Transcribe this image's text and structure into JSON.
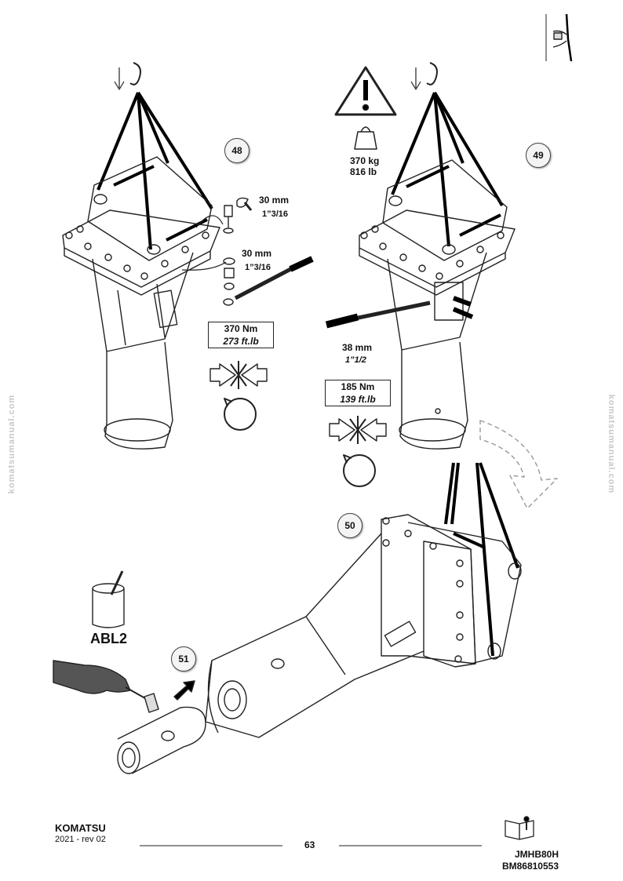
{
  "steps": {
    "s48": "48",
    "s49": "49",
    "s50": "50",
    "s51": "51"
  },
  "step48": {
    "wrench1_size": "30 mm",
    "wrench1_inch": "1”3/16",
    "wrench2_size": "30 mm",
    "wrench2_inch": "1”3/16",
    "torque_nm": "370  Nm",
    "torque_ftlb": "273 ft.lb"
  },
  "step49": {
    "weight_kg": "370  kg",
    "weight_lb": "816  lb",
    "wrench_size": "38 mm",
    "wrench_inch": "1”1/2",
    "torque_nm": "185  Nm",
    "torque_ftlb": "139 ft.lb"
  },
  "step51": {
    "grease_label": "ABL2"
  },
  "watermark": "komatsumanual.com",
  "footer": {
    "brand": "KOMATSU",
    "revision": "2021 -  rev 02",
    "page": "63",
    "model": "JMHB80H",
    "doc_code": "BM86810553"
  },
  "icons": [
    "warning-triangle-icon",
    "weight-icon",
    "hook-icon",
    "wrench-icon",
    "torque-wrench-icon",
    "tighten-arrows-icon",
    "rotation-icon",
    "grease-pot-icon",
    "gloved-hand-icon",
    "manual-book-icon",
    "corner-tab-icon"
  ]
}
